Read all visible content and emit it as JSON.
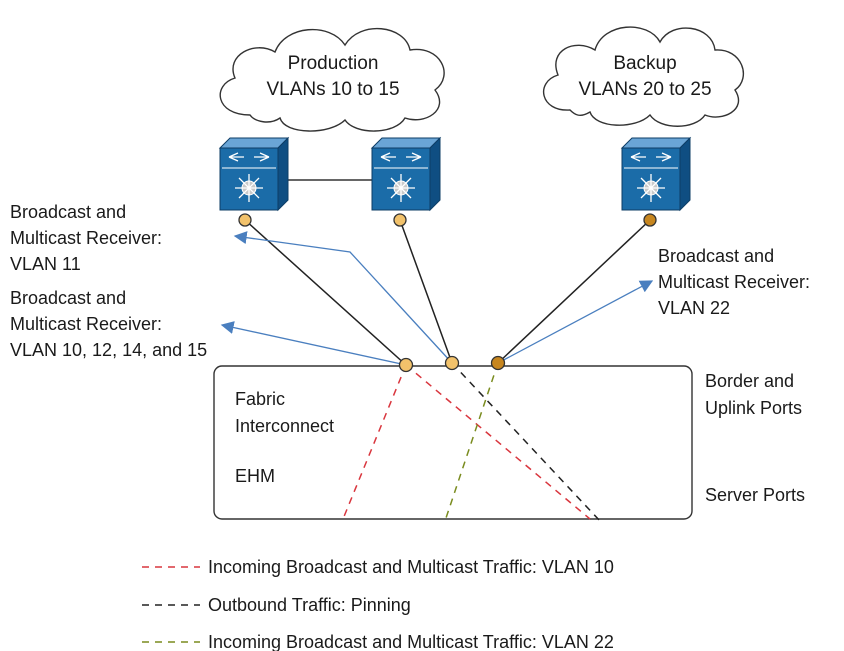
{
  "clouds": {
    "production": {
      "line1": "Production",
      "line2": "VLANs 10 to 15"
    },
    "backup": {
      "line1": "Backup",
      "line2": "VLANs 20 to 25"
    }
  },
  "receivers": {
    "vlan11": {
      "line1": "Broadcast and",
      "line2": "Multicast Receiver:",
      "line3": "VLAN 11"
    },
    "vlan10": {
      "line1": "Broadcast and",
      "line2": "Multicast Receiver:",
      "line3": "VLAN 10, 12, 14, and 15"
    },
    "vlan22": {
      "line1": "Broadcast and",
      "line2": "Multicast Receiver:",
      "line3": "VLAN 22"
    }
  },
  "fabric": {
    "line1": "Fabric",
    "line2": "Interconnect",
    "mode": "EHM",
    "border_line1": "Border and",
    "border_line2": "Uplink Ports",
    "server_ports": "Server Ports"
  },
  "legend": [
    {
      "label": "Incoming Broadcast and Multicast Traffic: VLAN 10",
      "color": "#d9363e"
    },
    {
      "label": "Outbound Traffic: Pinning",
      "color": "#222222"
    },
    {
      "label": "Incoming Broadcast and Multicast Traffic: VLAN 22",
      "color": "#7a8c1f"
    }
  ],
  "colors": {
    "switch_blue": "#1b6ca8",
    "link_blue": "#4a7fbf",
    "port_light": "#f2c26b",
    "port_dark": "#c7861f"
  }
}
